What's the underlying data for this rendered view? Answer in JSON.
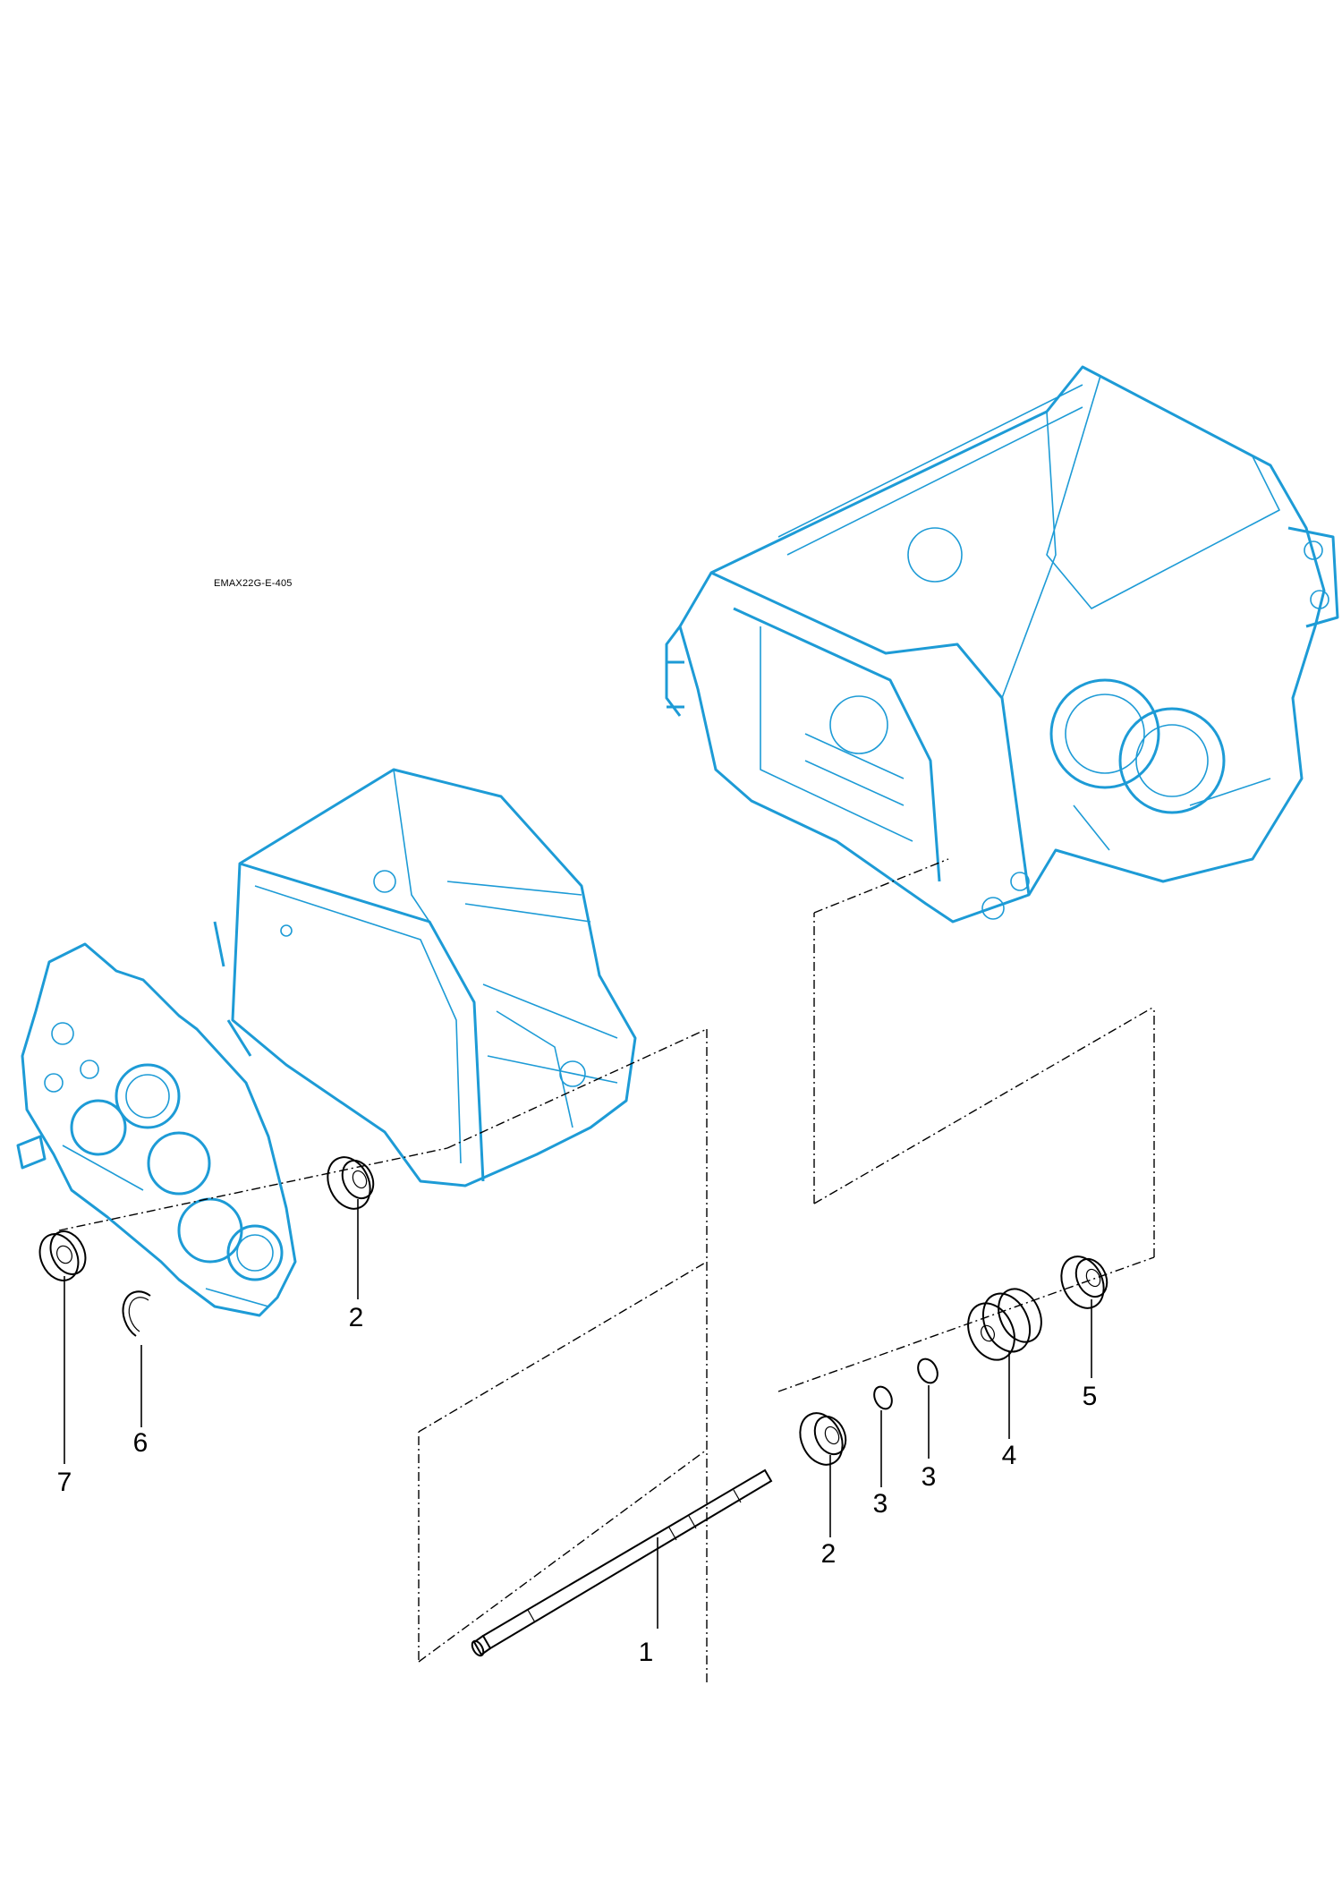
{
  "drawing": {
    "reference_code": "EMAX22G-E-405",
    "accent_color": "#1d9bd6",
    "line_color": "#000000"
  },
  "callouts": {
    "c1": "1",
    "c2a": "2",
    "c2b": "2",
    "c3a": "3",
    "c3b": "3",
    "c4": "4",
    "c5": "5",
    "c6": "6",
    "c7": "7"
  }
}
